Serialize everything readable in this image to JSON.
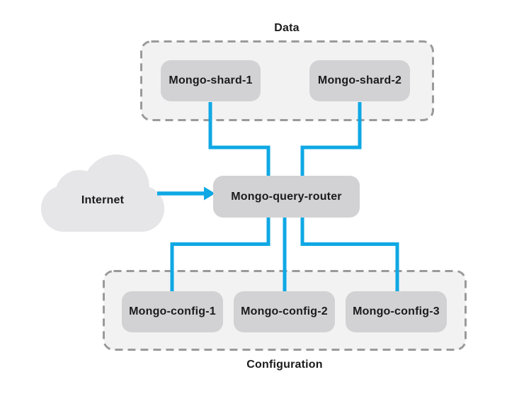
{
  "diagram": {
    "top_group_label": "Data",
    "bottom_group_label": "Configuration",
    "cloud_label": "Internet",
    "nodes": {
      "shard1": "Mongo-shard-1",
      "shard2": "Mongo-shard-2",
      "router": "Mongo-query-router",
      "config1": "Mongo-config-1",
      "config2": "Mongo-config-2",
      "config3": "Mongo-config-3"
    },
    "groups": {
      "top": {
        "label": "Data",
        "members": [
          "Mongo-shard-1",
          "Mongo-shard-2"
        ]
      },
      "bottom": {
        "label": "Configuration",
        "members": [
          "Mongo-config-1",
          "Mongo-config-2",
          "Mongo-config-3"
        ]
      }
    },
    "edges": [
      {
        "from": "Internet",
        "to": "Mongo-query-router",
        "arrow": true
      },
      {
        "from": "Mongo-shard-1",
        "to": "Mongo-query-router",
        "arrow": false
      },
      {
        "from": "Mongo-shard-2",
        "to": "Mongo-query-router",
        "arrow": false
      },
      {
        "from": "Mongo-query-router",
        "to": "Mongo-config-1",
        "arrow": false
      },
      {
        "from": "Mongo-query-router",
        "to": "Mongo-config-2",
        "arrow": false
      },
      {
        "from": "Mongo-query-router",
        "to": "Mongo-config-3",
        "arrow": false
      }
    ],
    "colors": {
      "connector_blue": "#0fa8e4",
      "node_fill": "#d2d2d4",
      "group_fill": "#f2f2f3",
      "group_border": "#9a9a9a",
      "cloud_fill": "#e6e6e8",
      "text": "#1b1b1d",
      "background": "#ffffff"
    }
  }
}
